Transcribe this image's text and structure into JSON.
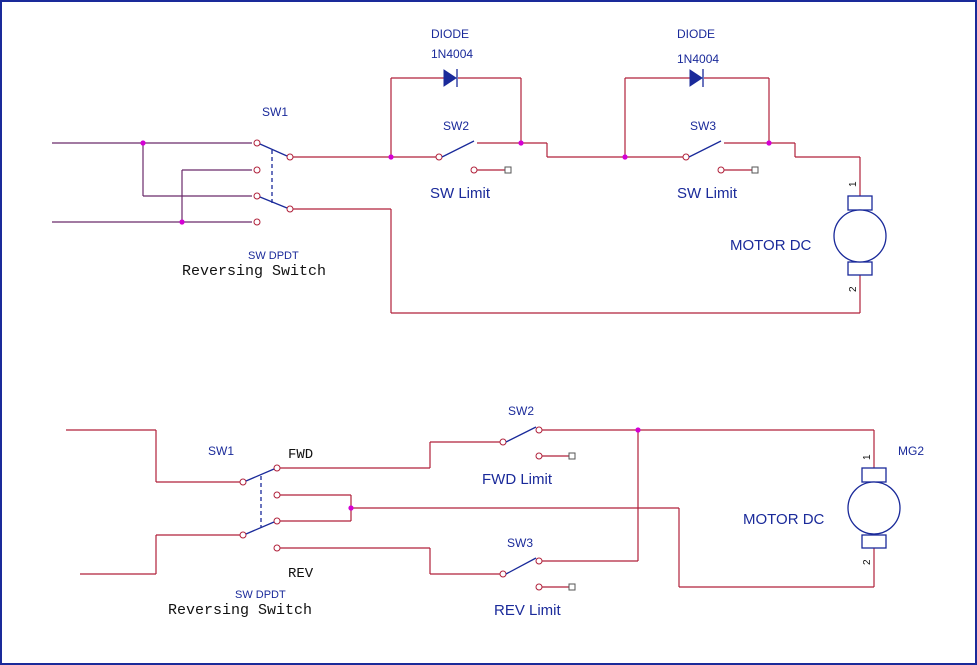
{
  "top": {
    "sw1_ref": "SW1",
    "sw1_type": "SW DPDT",
    "sw1_desc": "Reversing Switch",
    "diode1_name": "DIODE",
    "diode1_part": "1N4004",
    "diode2_name": "DIODE",
    "diode2_part": "1N4004",
    "sw2_ref": "SW2",
    "sw2_desc": "SW Limit",
    "sw3_ref": "SW3",
    "sw3_desc": "SW Limit",
    "motor_label": "MOTOR DC",
    "motor_pin1": "1",
    "motor_pin2": "2"
  },
  "bottom": {
    "sw1_ref": "SW1",
    "sw1_type": "SW DPDT",
    "sw1_desc": "Reversing Switch",
    "fwd_label": "FWD",
    "rev_label": "REV",
    "sw2_ref": "SW2",
    "sw2_desc": "FWD Limit",
    "sw3_ref": "SW3",
    "sw3_desc": "REV Limit",
    "motor_ref": "MG2",
    "motor_label": "MOTOR DC",
    "motor_pin1": "1",
    "motor_pin2": "2"
  },
  "colors": {
    "wire": "#b0203a",
    "component": "#1a2a9a",
    "junction": "#d400d4",
    "border": "#1a2a9a"
  }
}
